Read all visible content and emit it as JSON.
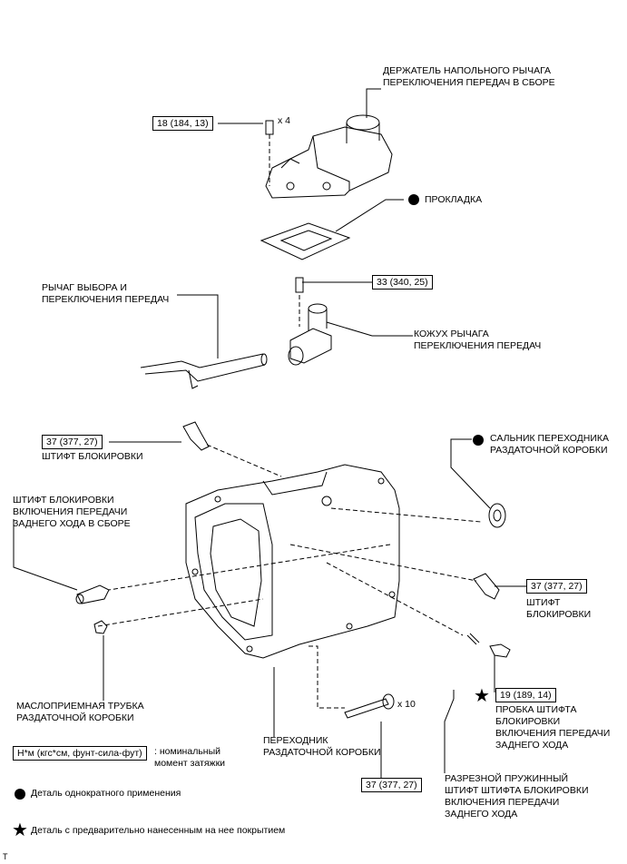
{
  "labels": {
    "shift_lever_retainer": "ДЕРЖАТЕЛЬ НАПОЛЬНОГО РЫЧАГА\nПЕРЕКЛЮЧЕНИЯ ПЕРЕДАЧ В СБОРЕ",
    "gasket": "ПРОКЛАДКА",
    "select_lever": "РЫЧАГ ВЫБОРА И\nПЕРЕКЛЮЧЕНИЯ ПЕРЕДАЧ",
    "lever_housing": "КОЖУХ РЫЧАГА\nПЕРЕКЛЮЧЕНИЯ ПЕРЕДАЧ",
    "lock_pin_left": "ШТИФТ БЛОКИРОВКИ",
    "adapter_oil_seal": "САЛЬНИК ПЕРЕХОДНИКА\nРАЗДАТОЧНОЙ КОРОБКИ",
    "reverse_restrict_pin_assy": "ШТИФТ БЛОКИРОВКИ\nВКЛЮЧЕНИЯ ПЕРЕДАЧИ\nЗАДНЕГО ХОДА В СБОРЕ",
    "lock_pin_right": "ШТИФТ\nБЛОКИРОВКИ",
    "oil_receiver_pipe": "МАСЛОПРИЕМНАЯ ТРУБКА\nРАЗДАТОЧНОЙ КОРОБКИ",
    "plug": "ПРОБКА ШТИФТА\nБЛОКИРОВКИ\nВКЛЮЧЕНИЯ ПЕРЕДАЧИ\nЗАДНЕГО ХОДА",
    "adapter": "ПЕРЕХОДНИК\nРАЗДАТОЧНОЙ КОРОБКИ",
    "spring_pin": "РАЗРЕЗНОЙ ПРУЖИННЫЙ\nШТИФТ ШТИФТА БЛОКИРОВКИ\nВКЛЮЧЕНИЯ ПЕРЕДАЧИ\nЗАДНЕГО ХОДА"
  },
  "torques": {
    "retainer_bolt": "18 (184, 13)",
    "housing_bolt": "33 (340, 25)",
    "lock_pin_left": "37 (377, 27)",
    "lock_pin_right": "37 (377, 27)",
    "plug": "19 (189, 14)",
    "adapter_bolt": "37 (377, 27)"
  },
  "quantities": {
    "retainer_bolts": "x 4",
    "adapter_bolts": "x 10"
  },
  "legend": {
    "torque_unit": "Н*м (кгс*см, фунт-сила-фут)",
    "torque_desc": ": номинальный\nмомент затяжки",
    "nonreusable": "Деталь однократного применения",
    "precoated": "Деталь с предварительно нанесенным на нее покрытием"
  },
  "corner_mark": "T",
  "icons": [
    "filled-circle-icon",
    "star-icon"
  ]
}
